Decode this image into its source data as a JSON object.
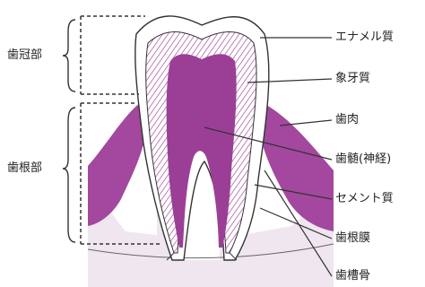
{
  "labels": {
    "crown": "歯冠部",
    "root": "歯根部",
    "enamel": "エナメル質",
    "dentin": "象牙質",
    "gum": "歯肉",
    "pulp": "歯髄(神経)",
    "cementum": "セメント質",
    "ligament": "歯根膜",
    "alveolar_bone": "歯槽骨"
  },
  "colors": {
    "pulp": "#9b3f96",
    "gum": "#a3489e",
    "bone": "#efe6ef",
    "outline": "#333333"
  }
}
